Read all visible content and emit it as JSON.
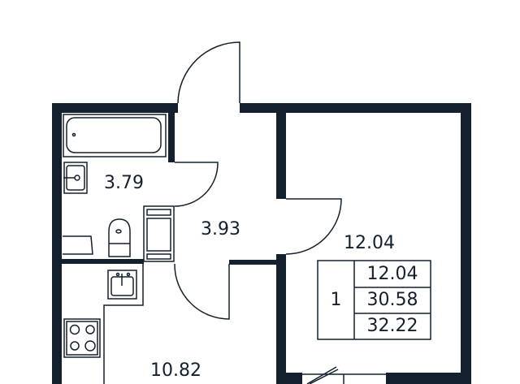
{
  "rooms": {
    "bathroom_area": "3.79",
    "hallway_area": "3.93",
    "kitchen_area": "10.82",
    "bedroom_area": "12.04"
  },
  "summary": {
    "rooms_count": "1",
    "living_area": "12.04",
    "total_area": "30.58",
    "total_with_balcony": "32.22"
  },
  "colors": {
    "wall": "#14202e",
    "background": "#ffffff"
  }
}
